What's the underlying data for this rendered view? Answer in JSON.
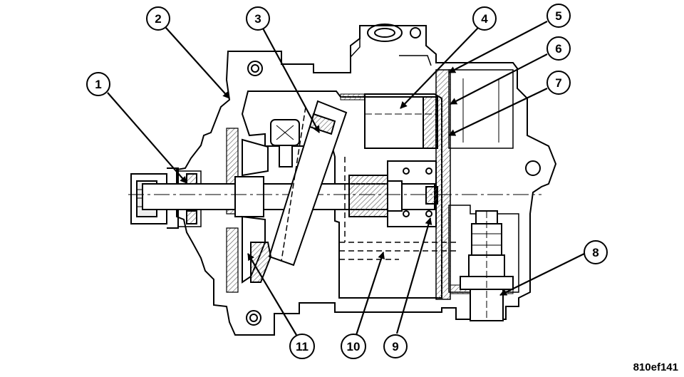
{
  "callouts": [
    {
      "id": "1",
      "text": "1"
    },
    {
      "id": "2",
      "text": "2"
    },
    {
      "id": "3",
      "text": "3"
    },
    {
      "id": "4",
      "text": "4"
    },
    {
      "id": "5",
      "text": "5"
    },
    {
      "id": "6",
      "text": "6"
    },
    {
      "id": "7",
      "text": "7"
    },
    {
      "id": "8",
      "text": "8"
    },
    {
      "id": "9",
      "text": "9"
    },
    {
      "id": "10",
      "text": "10"
    },
    {
      "id": "11",
      "text": "11"
    }
  ],
  "figure_id": "810ef141",
  "colors": {
    "line": "#000000",
    "background": "#ffffff",
    "hatch": "#999999"
  }
}
